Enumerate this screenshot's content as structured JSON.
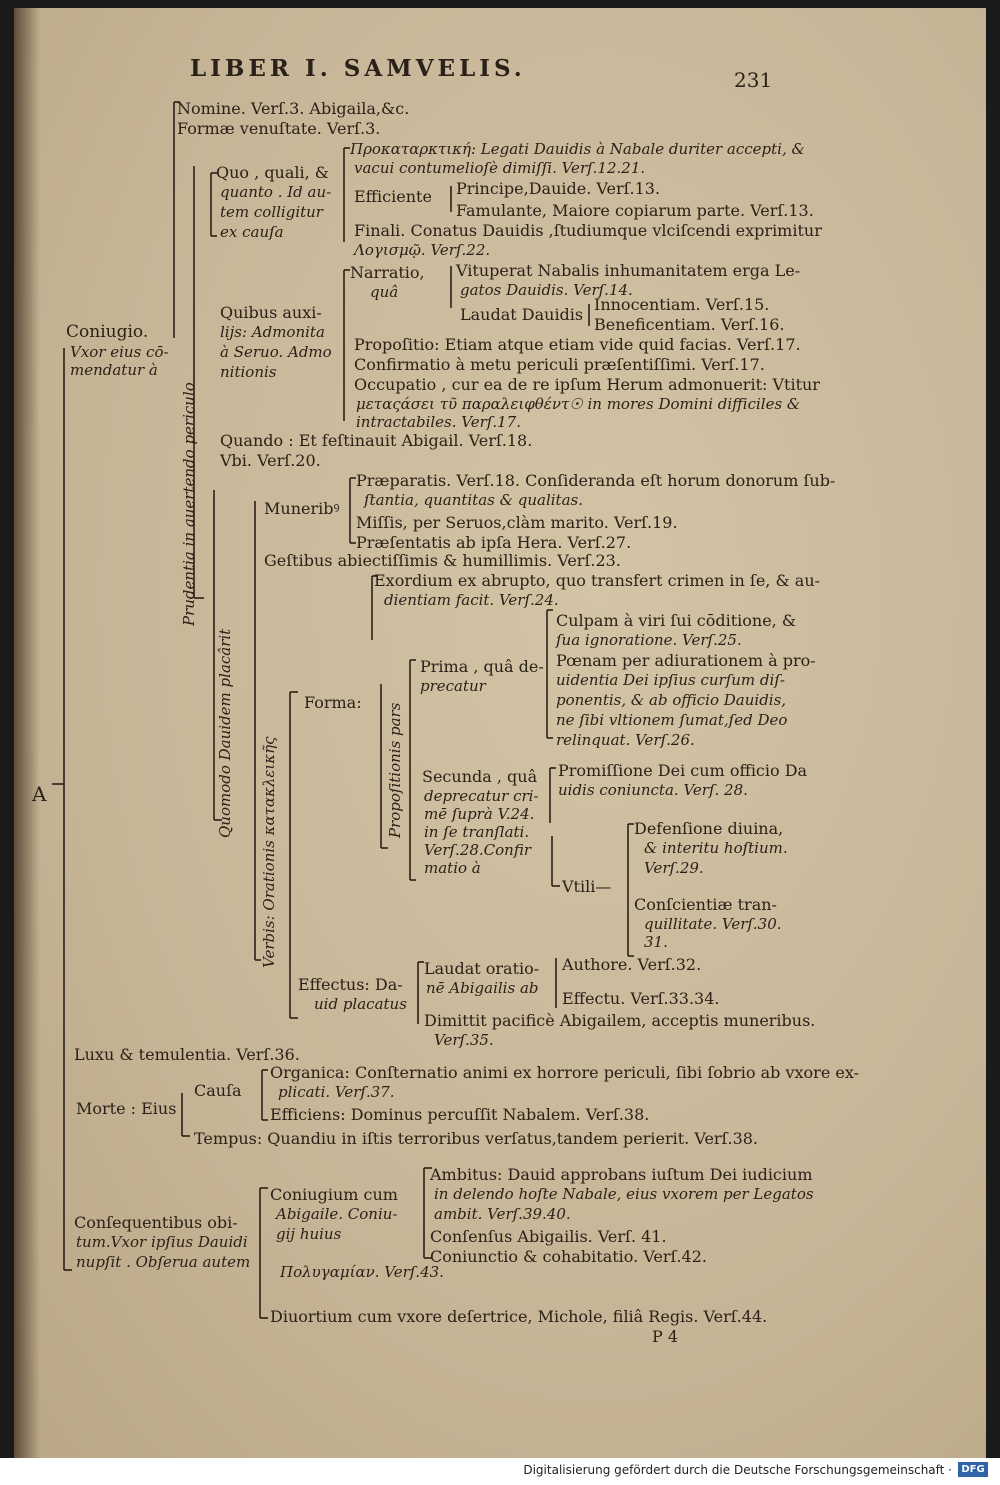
{
  "header": {
    "title": "LIBER I. SAMVELIS.",
    "page_number": "231"
  },
  "tree": {
    "root": "A",
    "coniugio": {
      "head": "Coniugio.",
      "sub1": "Vxor eius cō-",
      "sub2": "mendatur à"
    },
    "nomine": "Nomine. Verſ.3. Abigaila,&c.",
    "formae": "Formæ venuſtate. Verſ.3.",
    "prudentia_vert": "Prudentia in auertendo periculo",
    "quo": {
      "l1": "Quo , quali, &",
      "l2": "quanto . Id au-",
      "l3": "tem colligitur",
      "l4": "ex cauſa"
    },
    "pro_kat": {
      "l1": "Προκαταρκτική: Legati Dauidis à Nabale duriter accepti, &",
      "l2": "vacui contumelioſè dimiſſi. Verſ.12.21."
    },
    "efficiente": {
      "label": "Efficiente",
      "principe": "Principe,Dauide. Verſ.13.",
      "famulante": "Famulante, Maiore copiarum parte. Verſ.13."
    },
    "finali": {
      "l1": "Finali. Conatus Dauidis ,ſtudiumque vlciſcendi exprimitur",
      "l2": "Λογισμῷ. Verſ.22."
    },
    "quibus": {
      "l1": "Quibus auxi-",
      "l2": "lijs: Admonita",
      "l3": "à Seruo. Admo",
      "l4": "nitionis"
    },
    "narratio": {
      "l1": "Narratio,",
      "l2": "quâ"
    },
    "vituperat": {
      "l1": "Vituperat Nabalis inhumanitatem erga Le-",
      "l2": "gatos Dauidis. Verſ.14."
    },
    "laudat_davidis": "Laudat Dauidis",
    "innocentiam": "Innocentiam. Verſ.15.",
    "beneficentiam": "Beneficentiam. Verſ.16.",
    "propositio": "Propoſitio: Etiam atque etiam vide quid facias. Verſ.17.",
    "confirmatio": "Confirmatio à metu periculi præſentiſſimi. Verſ.17.",
    "occupatio": {
      "l1": "Occupatio , cur ea de re ipſum Herum admonuerit: Vtitur",
      "l2": "μεταςάσει τῦ παραλειφθέντ☉ in mores Domini difficiles &",
      "l3": "intractabiles. Verſ.17."
    },
    "quando": "Quando : Et feſtinauit Abigail. Verſ.18.",
    "vbi": "Vbi. Verſ.20.",
    "quomodo_vert": "Quomodo Dauidem placârit",
    "muneribus": "Muneribꝰ",
    "praeparatis": {
      "l1": "Præparatis. Verſ.18. Conſideranda eſt horum donorum ſub-",
      "l2": "ſtantia, quantitas & qualitas."
    },
    "missis": "Miſſis, per Seruos,clàm marito. Verſ.19.",
    "praesentatis": "Præſentatis ab ipſa Hera. Verſ.27.",
    "gestibus": "Geſtibus abiectiſſimis & humillimis. Verſ.23.",
    "verbis_vert": "Verbis: Orationis κατακλεικῆς",
    "exordium": {
      "l1": "Exordium ex abrupto, quo transfert crimen in ſe, & au-",
      "l2": "dientiam facit. Verſ.24."
    },
    "forma": "Forma:",
    "propositionis_vert": "Propoſitionis pars",
    "prima": {
      "l1": "Prima , quâ de-",
      "l2": "precatur"
    },
    "culpam": {
      "l1": "Culpam à viri ſui cōditione, &",
      "l2": "ſua ignoratione. Verſ.25."
    },
    "poenam": {
      "l1": "Pœnam per adiurationem à pro-",
      "l2": "uidentia Dei ipſius curſum diſ-",
      "l3": "ponentis, & ab officio Dauidis,",
      "l4": "ne ſibi vltionem ſumat,ſed Deo",
      "l5": "relinquat. Verſ.26."
    },
    "secunda": {
      "l1": "Secunda , quâ",
      "l2": "deprecatur cri-",
      "l3": "mē ſuprà V.24.",
      "l4": "in ſe tranſlati.",
      "l5": "Verſ.28.Confir",
      "l6": "matio à"
    },
    "promissione": {
      "l1": "Promiſſione Dei cum officio Da",
      "l2": "uidis coniuncta. Verſ. 28."
    },
    "vtili": "Vtili—",
    "defensione": {
      "l1": "Defenſione diuina,",
      "l2": "& interitu hoſtium.",
      "l3": "Verſ.29."
    },
    "conscientiae": {
      "l1": "Conſcientiæ tran-",
      "l2": "quillitate. Verſ.30.",
      "l3": "31."
    },
    "effectus": {
      "l1": "Effectus: Da-",
      "l2": "uid placatus"
    },
    "laudat_orationem": {
      "l1": "Laudat oratio-",
      "l2": "nē Abigailis ab"
    },
    "authore": "Authore. Verſ.32.",
    "effectu": "Effectu. Verſ.33.34.",
    "dimittit": {
      "l1": "Dimittit pacificè Abigailem, acceptis muneribus.",
      "l2": "Verſ.35."
    },
    "luxu": "Luxu & temulentia. Verſ.36.",
    "morte": "Morte : Eius",
    "causa": "Cauſa",
    "organica": {
      "l1": "Organica: Conſternatio animi ex horrore periculi, ſibi ſobrio ab vxore ex-",
      "l2": "plicati. Verſ.37."
    },
    "efficiens": "Efficiens: Dominus percuſſit Nabalem. Verſ.38.",
    "tempus": "Tempus: Quandiu in iſtis terroribus verſatus,tandem perierit. Verſ.38.",
    "consequentibus": {
      "l1": "Conſequentibus obi-",
      "l2": "tum.Vxor ipſius Dauidi",
      "l3": "nupſit . Obſerua autem"
    },
    "coniugium": {
      "l1": "Coniugium cum",
      "l2": "Abigaile. Coniu-",
      "l3": "gij huius"
    },
    "ambitus": {
      "l1": "Ambitus: Dauid approbans iuſtum Dei iudicium",
      "l2": "in delendo hoſte Nabale, eius vxorem per Legatos",
      "l3": "ambit. Verſ.39.40."
    },
    "consensus": "Conſenſus Abigailis. Verſ. 41.",
    "coniunctio": "Coniunctio & cohabitatio. Verſ.42.",
    "polygamia": "Πολυγαμίαν. Verſ.43.",
    "diuortium": "Diuortium cum vxore deſertrice, Michole, filiâ Regis. Verſ.44."
  },
  "signature": "P 4",
  "footer": {
    "text": "Digitalisierung gefördert durch die Deutsche Forschungsgemeinschaft ·",
    "logo": "DFG"
  }
}
